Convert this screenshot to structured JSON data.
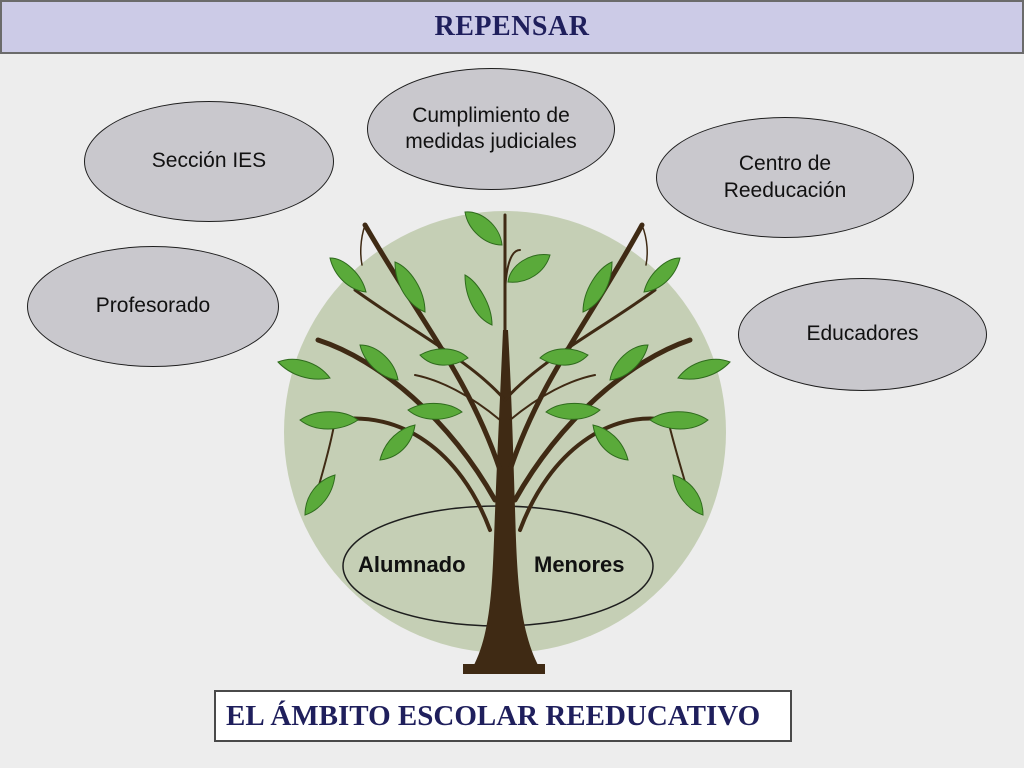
{
  "header": {
    "title": "REPENSAR"
  },
  "bubbles": {
    "seccion": "Sección IES",
    "cumplimiento": "Cumplimiento de medidas judiciales",
    "centro": "Centro de Reeducación",
    "profesorado": "Profesorado",
    "educadores": "Educadores"
  },
  "base": {
    "left": "Alumnado",
    "right": "Menores"
  },
  "footer": {
    "title": "EL ÁMBITO ESCOLAR REEDUCATIVO"
  },
  "colors": {
    "title_bar": "#cccbe7",
    "title_text": "#1f1f5c",
    "bubble_fill": "#c9c8cd",
    "tree_circle": "#c5cfb5",
    "trunk": "#3f2a14",
    "leaf": "#5aaa3a"
  }
}
